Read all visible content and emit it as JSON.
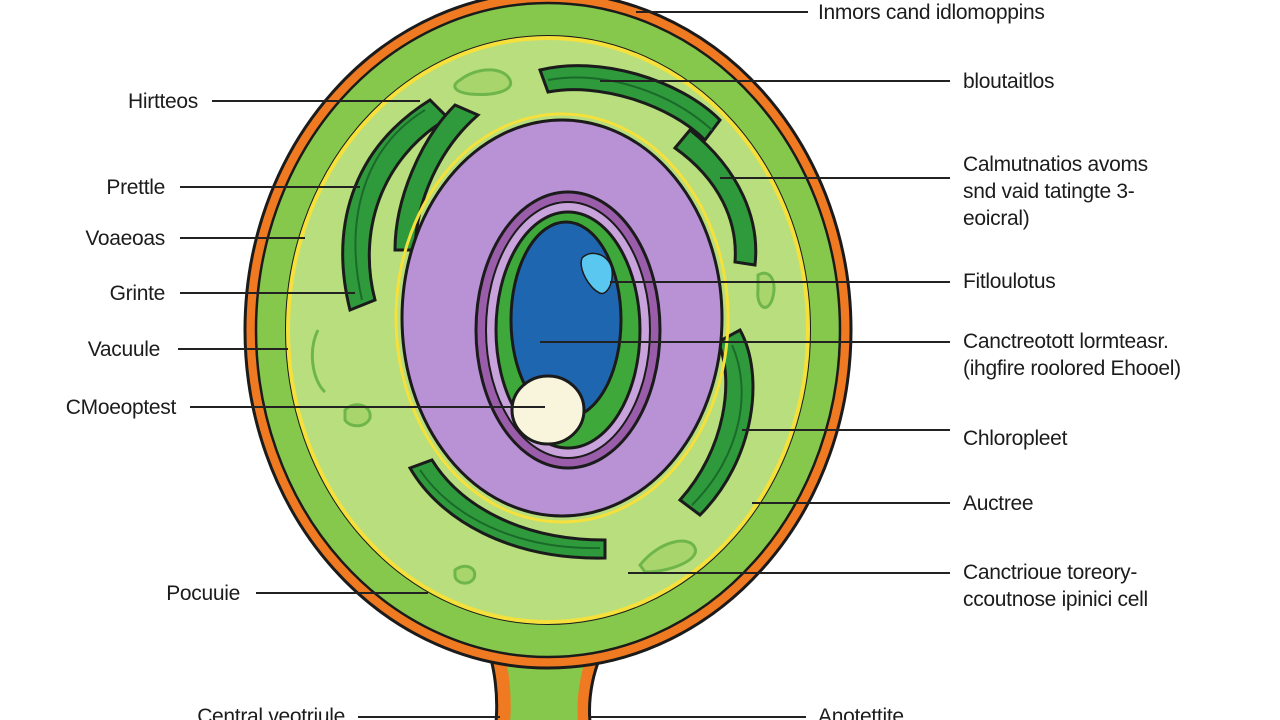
{
  "colors": {
    "cell_wall": "#f07a21",
    "outline": "#1b1b1b",
    "outer_green": "#86c84b",
    "inner_green": "#b9de7e",
    "membrane_yellow": "#f5e03c",
    "cytoplasm_purple": "#b892d4",
    "nuclear_ring": "#9a5da9",
    "nucleus_green": "#3ea93a",
    "nucleus_blue": "#1f66b1",
    "nucleolus_light": "#59c7ef",
    "vacuole_cream": "#f8f5dc",
    "chloroplast_green": "#2f9a3c",
    "chloroplast_dark": "#1a6a2a"
  },
  "labels": {
    "left": [
      {
        "id": "left-1",
        "text": "Hirtteos"
      },
      {
        "id": "left-2",
        "text": "Prettle"
      },
      {
        "id": "left-3",
        "text": "Voaeoas"
      },
      {
        "id": "left-4",
        "text": "Grinte"
      },
      {
        "id": "left-5",
        "text": "Vacuule"
      },
      {
        "id": "left-6",
        "text": "CMoeoptest"
      },
      {
        "id": "left-7",
        "text": "Pocuuie"
      },
      {
        "id": "left-8",
        "text": "Central veotriule"
      }
    ],
    "right": [
      {
        "id": "right-1",
        "text": "Inmors cand idlomoppins"
      },
      {
        "id": "right-2",
        "text": "bloutaitlos"
      },
      {
        "id": "right-3",
        "lines": [
          "Calmutnatios avoms",
          "snd vaid tatingte 3-",
          "eoicral)"
        ]
      },
      {
        "id": "right-4",
        "text": "Fitloulotus"
      },
      {
        "id": "right-5",
        "lines": [
          "Canctreotott lormteasr.",
          "(ihgfire roolored Ehooel)"
        ]
      },
      {
        "id": "right-6",
        "text": "Chloropleet"
      },
      {
        "id": "right-7",
        "text": "Auctree"
      },
      {
        "id": "right-8",
        "lines": [
          "Canctrioue toreory-",
          "ccoutnose ipinici cell"
        ]
      },
      {
        "id": "right-9",
        "text": "Anotettite"
      }
    ]
  }
}
